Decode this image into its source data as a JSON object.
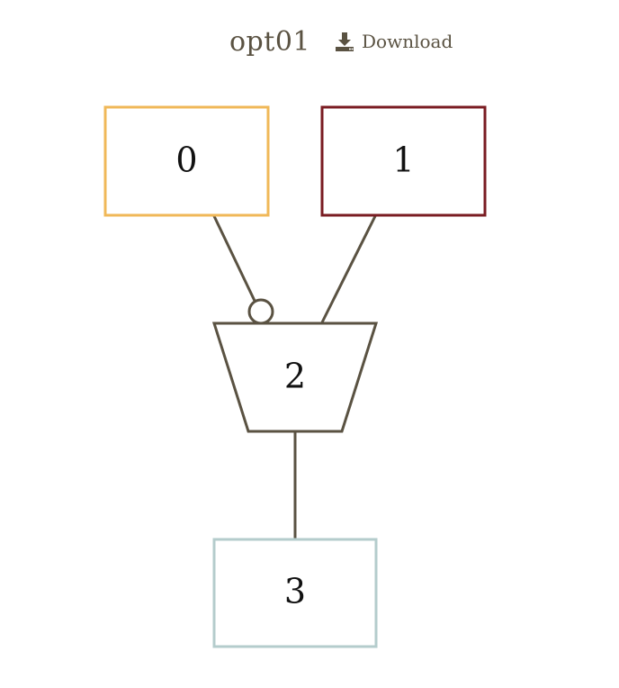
{
  "header": {
    "title": "opt01",
    "download_label": "Download",
    "download_icon": "download-icon"
  },
  "diagram": {
    "line_color": "#5a5242",
    "nodes": [
      {
        "id": "0",
        "label": "0",
        "shape": "rect",
        "border_color": "#f0b858"
      },
      {
        "id": "1",
        "label": "1",
        "shape": "rect",
        "border_color": "#7a1c22"
      },
      {
        "id": "2",
        "label": "2",
        "shape": "trapezoid",
        "border_color": "#5a5242"
      },
      {
        "id": "3",
        "label": "3",
        "shape": "rect",
        "border_color": "#b4cccc"
      }
    ],
    "edges": [
      {
        "from": "0",
        "to": "2",
        "head": "circle"
      },
      {
        "from": "1",
        "to": "2",
        "head": "none"
      },
      {
        "from": "2",
        "to": "3",
        "head": "none"
      }
    ]
  }
}
